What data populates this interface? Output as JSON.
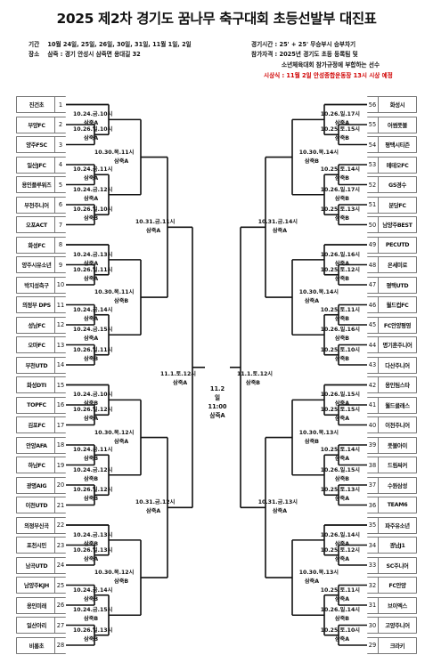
{
  "title": "2025 제2차 경기도 꿈나무 축구대회 초등선발부 대진표",
  "info": {
    "period_label": "기간",
    "period": "10월 24일, 25일, 26일, 30일, 31일, 11월 1일, 2일",
    "venue_label": "장소",
    "venue": "삼죽 : 경기 안성시 삼죽면 용대길 32",
    "match_time": "경기시간 : 25' + 25' 무승부시 승부차기",
    "eligibility": "참가자격 : 2025년 경기도 초등 등록팀 및",
    "eligibility2": "소년체육대회 참가규정에 부합하는 선수",
    "ceremony": "시상식 : 11월 2일 안성종합운동장 13시 시상 예정"
  },
  "left_teams": [
    {
      "num": "1",
      "name": "진건초"
    },
    {
      "num": "2",
      "name": "부양FC"
    },
    {
      "num": "3",
      "name": "양주FSC"
    },
    {
      "num": "4",
      "name": "일산JFC"
    },
    {
      "num": "5",
      "name": "용인플루워즈"
    },
    {
      "num": "6",
      "name": "부천주니어"
    },
    {
      "num": "7",
      "name": "오포ACT"
    },
    {
      "num": "8",
      "name": "화성FC"
    },
    {
      "num": "9",
      "name": "양주시유소년"
    },
    {
      "num": "10",
      "name": "박지성축구"
    },
    {
      "num": "11",
      "name": "의정부 DPS"
    },
    {
      "num": "12",
      "name": "성남FC"
    },
    {
      "num": "13",
      "name": "오마FC"
    },
    {
      "num": "14",
      "name": "부천UTD"
    },
    {
      "num": "15",
      "name": "화성DTI"
    },
    {
      "num": "16",
      "name": "TOPFC"
    },
    {
      "num": "17",
      "name": "김포FC"
    },
    {
      "num": "18",
      "name": "안양AFA"
    },
    {
      "num": "19",
      "name": "하남FC"
    },
    {
      "num": "20",
      "name": "광명AIG"
    },
    {
      "num": "21",
      "name": "이천UTD"
    },
    {
      "num": "22",
      "name": "의정부신곡"
    },
    {
      "num": "23",
      "name": "포천시민"
    },
    {
      "num": "24",
      "name": "남곡UTD"
    },
    {
      "num": "25",
      "name": "남양주KJH"
    },
    {
      "num": "26",
      "name": "용인미래"
    },
    {
      "num": "27",
      "name": "일산아리"
    },
    {
      "num": "28",
      "name": "비룡초"
    }
  ],
  "right_teams": [
    {
      "num": "56",
      "name": "화성시"
    },
    {
      "num": "55",
      "name": "어썸풋볼"
    },
    {
      "num": "54",
      "name": "평택시티즌"
    },
    {
      "num": "53",
      "name": "메테오FC"
    },
    {
      "num": "52",
      "name": "GS경수"
    },
    {
      "num": "51",
      "name": "분당FC"
    },
    {
      "num": "50",
      "name": "남양주BEST"
    },
    {
      "num": "49",
      "name": "PECUTD"
    },
    {
      "num": "48",
      "name": "온세미로"
    },
    {
      "num": "47",
      "name": "평택UTD"
    },
    {
      "num": "46",
      "name": "월드컵FC"
    },
    {
      "num": "45",
      "name": "FC안양평영"
    },
    {
      "num": "44",
      "name": "명기훈주니어"
    },
    {
      "num": "43",
      "name": "다산주니어"
    },
    {
      "num": "42",
      "name": "용인팀스타"
    },
    {
      "num": "41",
      "name": "월드클래스"
    },
    {
      "num": "40",
      "name": "이천주니어"
    },
    {
      "num": "39",
      "name": "풋볼아이"
    },
    {
      "num": "38",
      "name": "드림싸커"
    },
    {
      "num": "37",
      "name": "수원삼성"
    },
    {
      "num": "36",
      "name": "TEAM6"
    },
    {
      "num": "35",
      "name": "파주유소년"
    },
    {
      "num": "34",
      "name": "광남J1"
    },
    {
      "num": "33",
      "name": "SC주니어"
    },
    {
      "num": "32",
      "name": "FC안양"
    },
    {
      "num": "31",
      "name": "브이엑스"
    },
    {
      "num": "30",
      "name": "고양주니어"
    },
    {
      "num": "29",
      "name": "크라키"
    }
  ],
  "left_r1": [
    {
      "t": "10.26.일.10시",
      "v": "삼죽A"
    },
    {
      "t": "10.24.금.10시",
      "v": "삼죽A"
    },
    {
      "t": "10.24.금.11시",
      "v": "삼죽A"
    },
    {
      "t": "10.26.일.10시",
      "v": "삼죽B"
    },
    {
      "t": "10.24.금.12시",
      "v": "삼죽A"
    },
    {
      "t": "10.26.일.11시",
      "v": "삼죽A"
    },
    {
      "t": "10.24.금.13시",
      "v": "삼죽A"
    },
    {
      "t": "10.24.금.14시",
      "v": "삼죽A"
    },
    {
      "t": "10.26.일.11시",
      "v": "삼죽B"
    },
    {
      "t": "10.24.금.15시",
      "v": "삼죽A"
    },
    {
      "t": "10.26.일.12시",
      "v": "삼죽A"
    },
    {
      "t": "10.24.금.10시",
      "v": "삼죽B"
    },
    {
      "t": "10.24.금.11시",
      "v": "삼죽B"
    },
    {
      "t": "10.26.일.12시",
      "v": "삼죽B"
    },
    {
      "t": "10.24.금.12시",
      "v": "삼죽B"
    },
    {
      "t": "10.26.일.13시",
      "v": "삼죽A"
    },
    {
      "t": "10.24.금.13시",
      "v": "삼죽B"
    },
    {
      "t": "10.24.금.14시",
      "v": "삼죽B"
    },
    {
      "t": "10.26.일.13시",
      "v": "삼죽B"
    },
    {
      "t": "10.24.금.15시",
      "v": "삼죽B"
    }
  ],
  "right_r1": [
    {
      "t": "10.25.토.15시",
      "v": "삼죽B"
    },
    {
      "t": "10.26.일.17시",
      "v": "삼죽A"
    },
    {
      "t": "10.25.토.14시",
      "v": "삼죽B"
    },
    {
      "t": "10.25.토.13시",
      "v": "삼죽B"
    },
    {
      "t": "10.26.일.17시",
      "v": "삼죽B"
    },
    {
      "t": "10.25.토.12시",
      "v": "삼죽B"
    },
    {
      "t": "10.26.일.16시",
      "v": "삼죽A"
    },
    {
      "t": "10.25.토.11시",
      "v": "삼죽B"
    },
    {
      "t": "10.25.토.10시",
      "v": "삼죽B"
    },
    {
      "t": "10.26.일.16시",
      "v": "삼죽B"
    },
    {
      "t": "10.25.토.15시",
      "v": "삼죽A"
    },
    {
      "t": "10.26.일.15시",
      "v": "삼죽A"
    },
    {
      "t": "10.25.토.14시",
      "v": "삼죽A"
    },
    {
      "t": "10.25.토.13시",
      "v": "삼죽A"
    },
    {
      "t": "10.26.일.15시",
      "v": "삼죽B"
    },
    {
      "t": "10.25.토.12시",
      "v": "삼죽A"
    },
    {
      "t": "10.26.일.14시",
      "v": "삼죽A"
    },
    {
      "t": "10.25.토.11시",
      "v": "삼죽A"
    },
    {
      "t": "10.25.토.10시",
      "v": "삼죽A"
    },
    {
      "t": "10.26.일.14시",
      "v": "삼죽B"
    }
  ],
  "left_r2": [
    {
      "t": "10.30.목.11시",
      "v": "삼죽A"
    },
    {
      "t": "10.30.목.11시",
      "v": "삼죽B"
    },
    {
      "t": "10.30.목.12시",
      "v": "삼죽A"
    },
    {
      "t": "10.30.목.12시",
      "v": "삼죽B"
    }
  ],
  "right_r2": [
    {
      "t": "10.30.목.14시",
      "v": "삼죽B"
    },
    {
      "t": "10.30.목.14시",
      "v": "삼죽A"
    },
    {
      "t": "10.30.목.13시",
      "v": "삼죽B"
    },
    {
      "t": "10.30.목.13시",
      "v": "삼죽A"
    }
  ],
  "left_r3": [
    {
      "t": "10.31.금.11시",
      "v": "삼죽A"
    },
    {
      "t": "10.31.금.12시",
      "v": "삼죽A"
    }
  ],
  "right_r3": [
    {
      "t": "10.31.금.14시",
      "v": "삼죽A"
    },
    {
      "t": "10.31.금.13시",
      "v": "삼죽A"
    }
  ],
  "semis": {
    "left": {
      "t": "11.1.토.12시",
      "v": "삼죽A"
    },
    "right": {
      "t": "11.1.토.12시",
      "v": "삼죽B"
    }
  },
  "final": {
    "date": "11.2",
    "day": "일",
    "time": "11:00",
    "venue": "삼죽A"
  }
}
